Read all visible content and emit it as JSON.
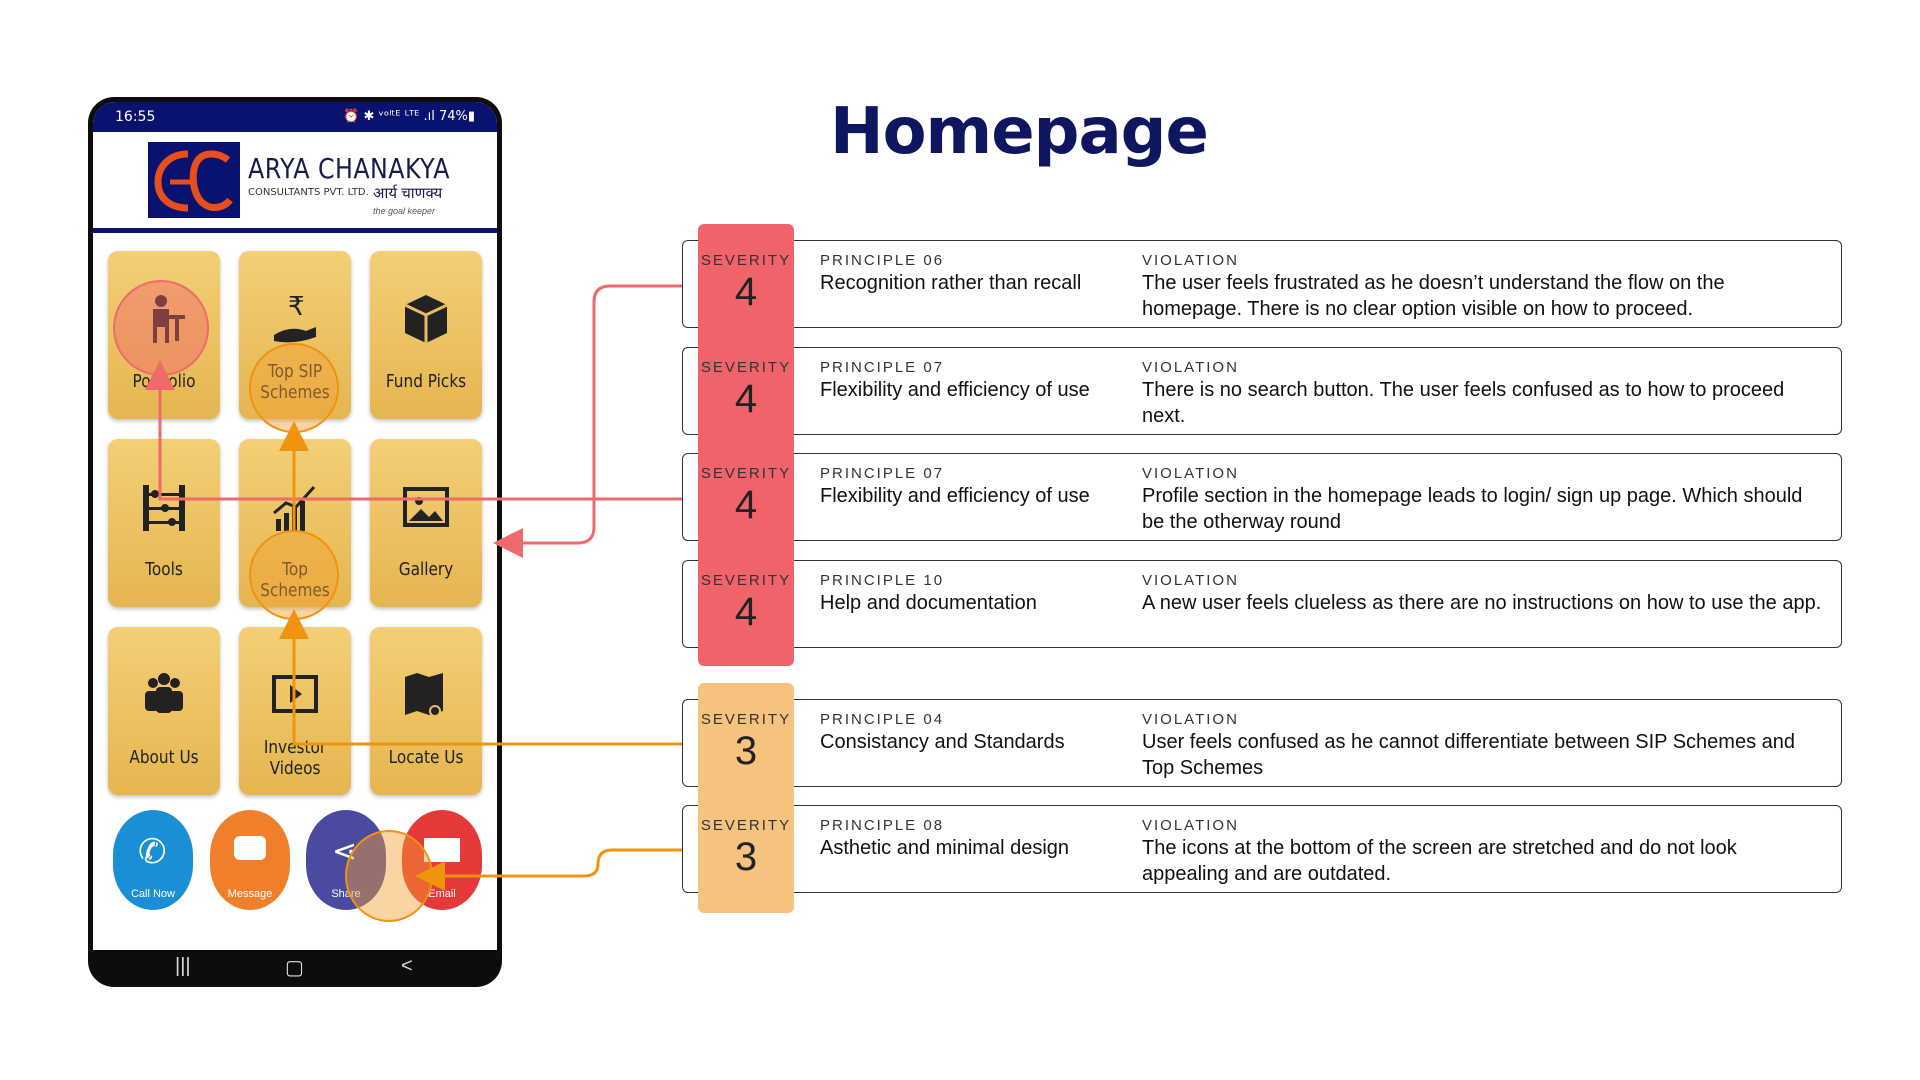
{
  "title": "Homepage",
  "phone": {
    "status_time": "16:55",
    "status_right": "⏰ ✱ ᵛᵒˡᵗᴱ ᴸᵀᴱ .ıl 74%▮",
    "brand": {
      "name": "ARYA CHANAKYA",
      "sub": "CONSULTANTS PVT. LTD.",
      "hindi": "आर्य चाणक्य",
      "tagline": "the goal keeper"
    },
    "tiles": [
      {
        "label": "Portfolio",
        "icon": "portfolio-icon"
      },
      {
        "label": "Top SIP Schemes",
        "icon": "sip-rupee-icon"
      },
      {
        "label": "Fund Picks",
        "icon": "box-icon"
      },
      {
        "label": "Tools",
        "icon": "abacus-icon"
      },
      {
        "label": "Top Schemes",
        "icon": "bar-chart-icon"
      },
      {
        "label": "Gallery",
        "icon": "gallery-icon"
      },
      {
        "label": "About Us",
        "icon": "people-icon"
      },
      {
        "label": "Investor Videos",
        "icon": "video-icon"
      },
      {
        "label": "Locate Us",
        "icon": "map-pin-icon"
      }
    ],
    "bottom": [
      {
        "label": "Call Now",
        "icon": "phone-icon",
        "color": "#1a8fd6"
      },
      {
        "label": "Message",
        "icon": "message-icon",
        "color": "#ef7f2a"
      },
      {
        "label": "Share",
        "icon": "share-icon",
        "color": "#4a4aa0"
      },
      {
        "label": "Email",
        "icon": "email-icon",
        "color": "#e53838"
      }
    ],
    "nav": [
      "|||",
      "▢",
      "<"
    ]
  },
  "colors": {
    "title": "#0f1660",
    "severity4": "#f0636a",
    "severity3": "#f6c37e",
    "connector_red": "#ef6b6b",
    "connector_orange": "#f0930e",
    "highlight_orange": "#f5a033"
  },
  "issues": [
    {
      "severity_label": "SEVERITY",
      "severity": "4",
      "principle_label": "PRINCIPLE 06",
      "principle": "Recognition rather than recall",
      "violation_label": "VIOLATION",
      "violation": "The user feels frustrated as he doesn’t understand the flow on the homepage. There is no clear option visible on how to proceed."
    },
    {
      "severity_label": "SEVERITY",
      "severity": "4",
      "principle_label": "PRINCIPLE 07",
      "principle": "Flexibility and efficiency of use",
      "violation_label": "VIOLATION",
      "violation": "There is no search button. The user feels confused as to how to proceed next."
    },
    {
      "severity_label": "SEVERITY",
      "severity": "4",
      "principle_label": "PRINCIPLE 07",
      "principle": "Flexibility and efficiency of use",
      "violation_label": "VIOLATION",
      "violation": "Profile section in the homepage leads to login/ sign up page. Which should be the otherway round"
    },
    {
      "severity_label": "SEVERITY",
      "severity": "4",
      "principle_label": "PRINCIPLE 10",
      "principle": "Help and documentation",
      "violation_label": "VIOLATION",
      "violation": "A new user feels clueless as there are no instructions on how to use the app."
    },
    {
      "severity_label": "SEVERITY",
      "severity": "3",
      "principle_label": "PRINCIPLE 04",
      "principle": "Consistancy and Standards",
      "violation_label": "VIOLATION",
      "violation": "User feels confused as he cannot differentiate between SIP Schemes and Top Schemes"
    },
    {
      "severity_label": "SEVERITY",
      "severity": "3",
      "principle_label": "PRINCIPLE 08",
      "principle": "Asthetic and minimal design",
      "violation_label": "VIOLATION",
      "violation": "The icons at the bottom of the screen are stretched and do not look appealing and are outdated."
    }
  ]
}
